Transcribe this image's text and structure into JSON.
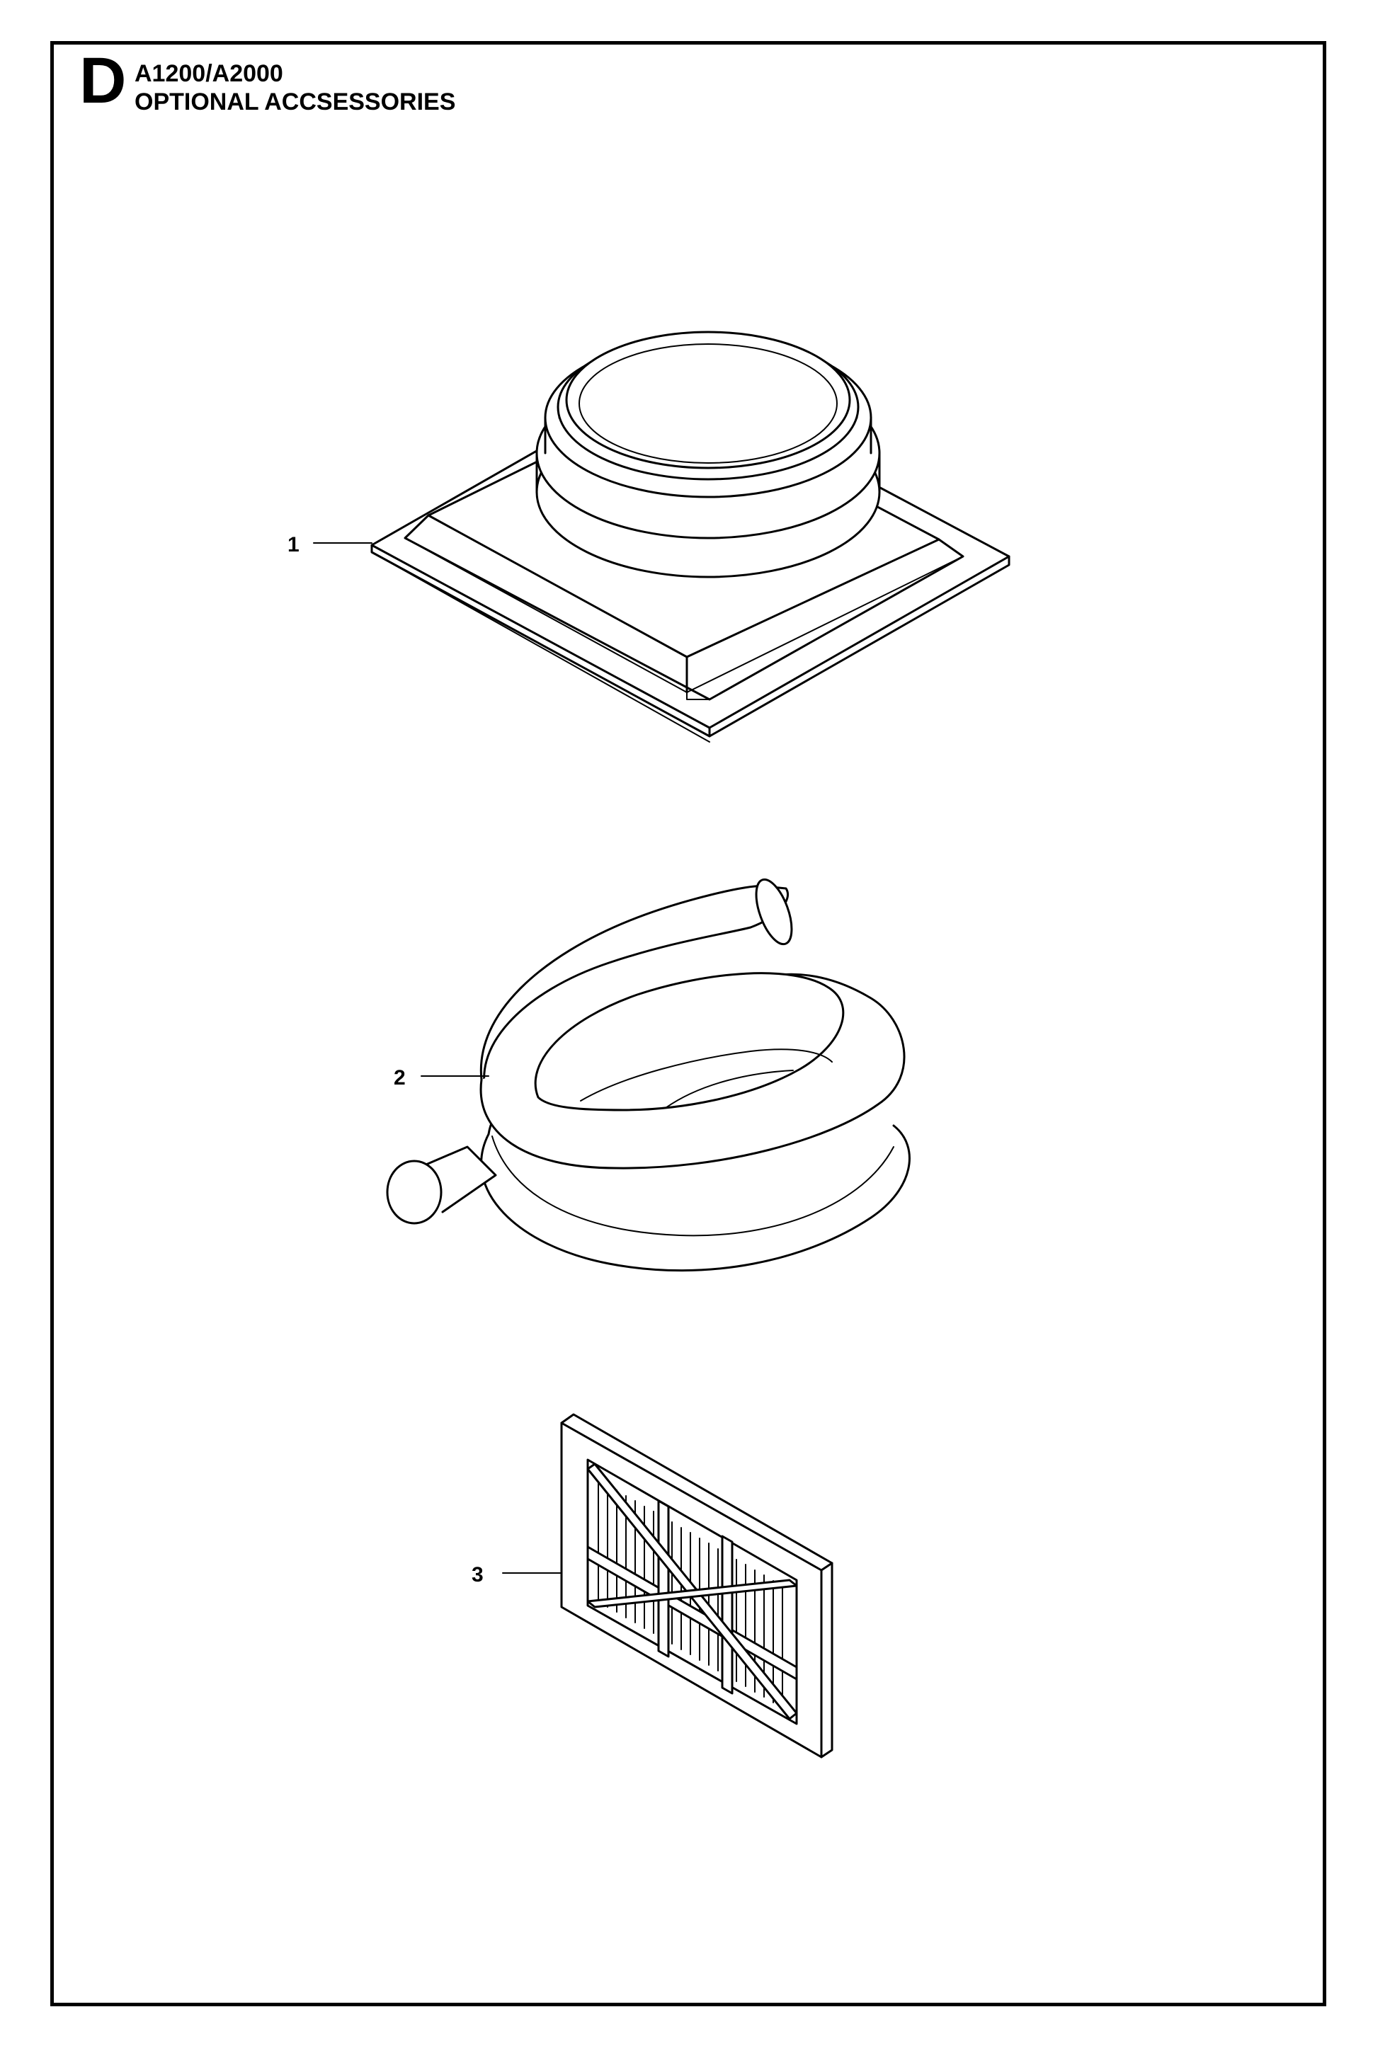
{
  "page": {
    "section_letter": "D",
    "model": "A1200/A2000",
    "section_title": "OPTIONAL ACCSESSORIES"
  },
  "parts": [
    {
      "callout": "1",
      "icon": "hood-adapter-icon"
    },
    {
      "callout": "2",
      "icon": "hose-coil-icon"
    },
    {
      "callout": "3",
      "icon": "filter-panel-icon"
    }
  ]
}
